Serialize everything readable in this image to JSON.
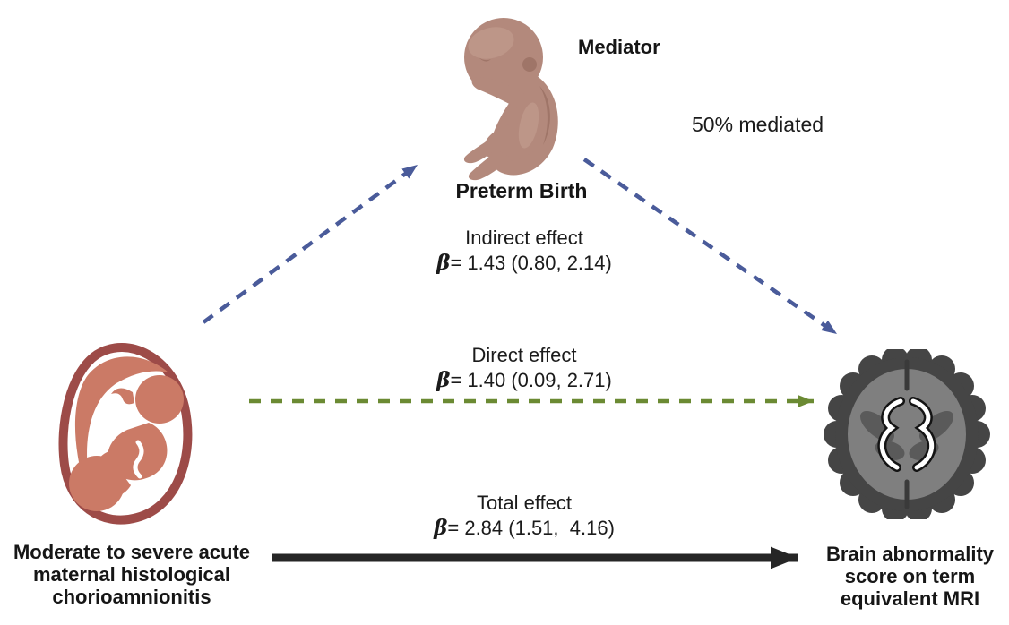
{
  "diagram": {
    "mediator": {
      "role": "Mediator",
      "name": "Preterm Birth"
    },
    "mediation_note": "50% mediated",
    "exposure": {
      "lines": [
        "Moderate to severe acute",
        "maternal histological",
        "chorioamnionitis"
      ]
    },
    "outcome": {
      "lines": [
        "Brain abnormality",
        "score on term",
        "equivalent MRI"
      ]
    },
    "effects": {
      "indirect": {
        "label": "Indirect effect",
        "beta": "β",
        "value": "= 1.43 (0.80, 2.14)"
      },
      "direct": {
        "label": "Direct effect",
        "beta": "β",
        "value": "= 1.40 (0.09, 2.71)"
      },
      "total": {
        "label": "Total effect",
        "beta": "β",
        "value": "= 2.84 (1.51,  4.16)"
      }
    },
    "icons": {
      "mediator": "fetus-illustration",
      "exposure": "pregnant-womb-illustration",
      "outcome": "brain-mri-axial-illustration"
    },
    "colors": {
      "indirect_arrow": "#4a5b9a",
      "direct_arrow": "#6b8a33",
      "total_arrow": "#262626",
      "womb_outline": "#9d4b48",
      "womb_fill": "#cb7a66",
      "fetus_skin": "#b3897c",
      "fetus_shade": "#9f7568",
      "fetus_light": "#c6a193",
      "brain_outer": "#454545",
      "brain_cortex": "#7f7f7f",
      "brain_deep": "#5a5a5a"
    }
  }
}
